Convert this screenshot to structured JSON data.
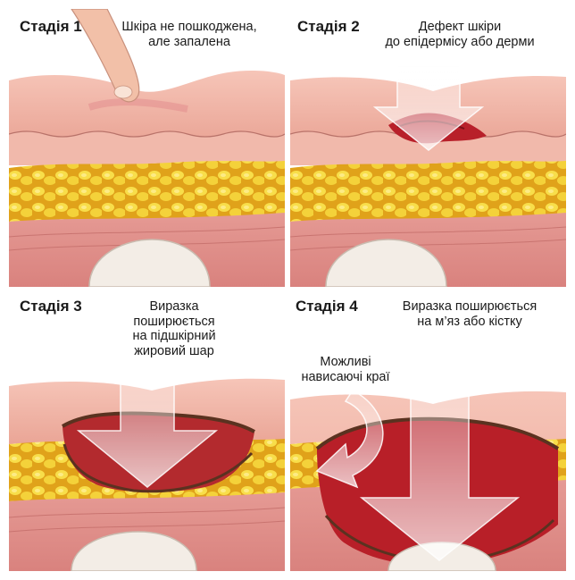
{
  "panels": [
    {
      "stage": "Стадія 1",
      "description": [
        "Шкіра не пошкоджена,",
        "але запалена"
      ]
    },
    {
      "stage": "Стадія 2",
      "description": [
        "Дефект шкіри",
        "до епідермісу або дерми"
      ]
    },
    {
      "stage": "Стадія 3",
      "description": [
        "Виразка",
        "поширюється",
        "на підшкірний",
        "жировий шар"
      ]
    },
    {
      "stage": "Стадія 4",
      "description": [
        "Виразка поширюється",
        "на м’яз або кістку"
      ],
      "note": [
        "Можливі",
        "нависаючі краї"
      ]
    }
  ]
}
